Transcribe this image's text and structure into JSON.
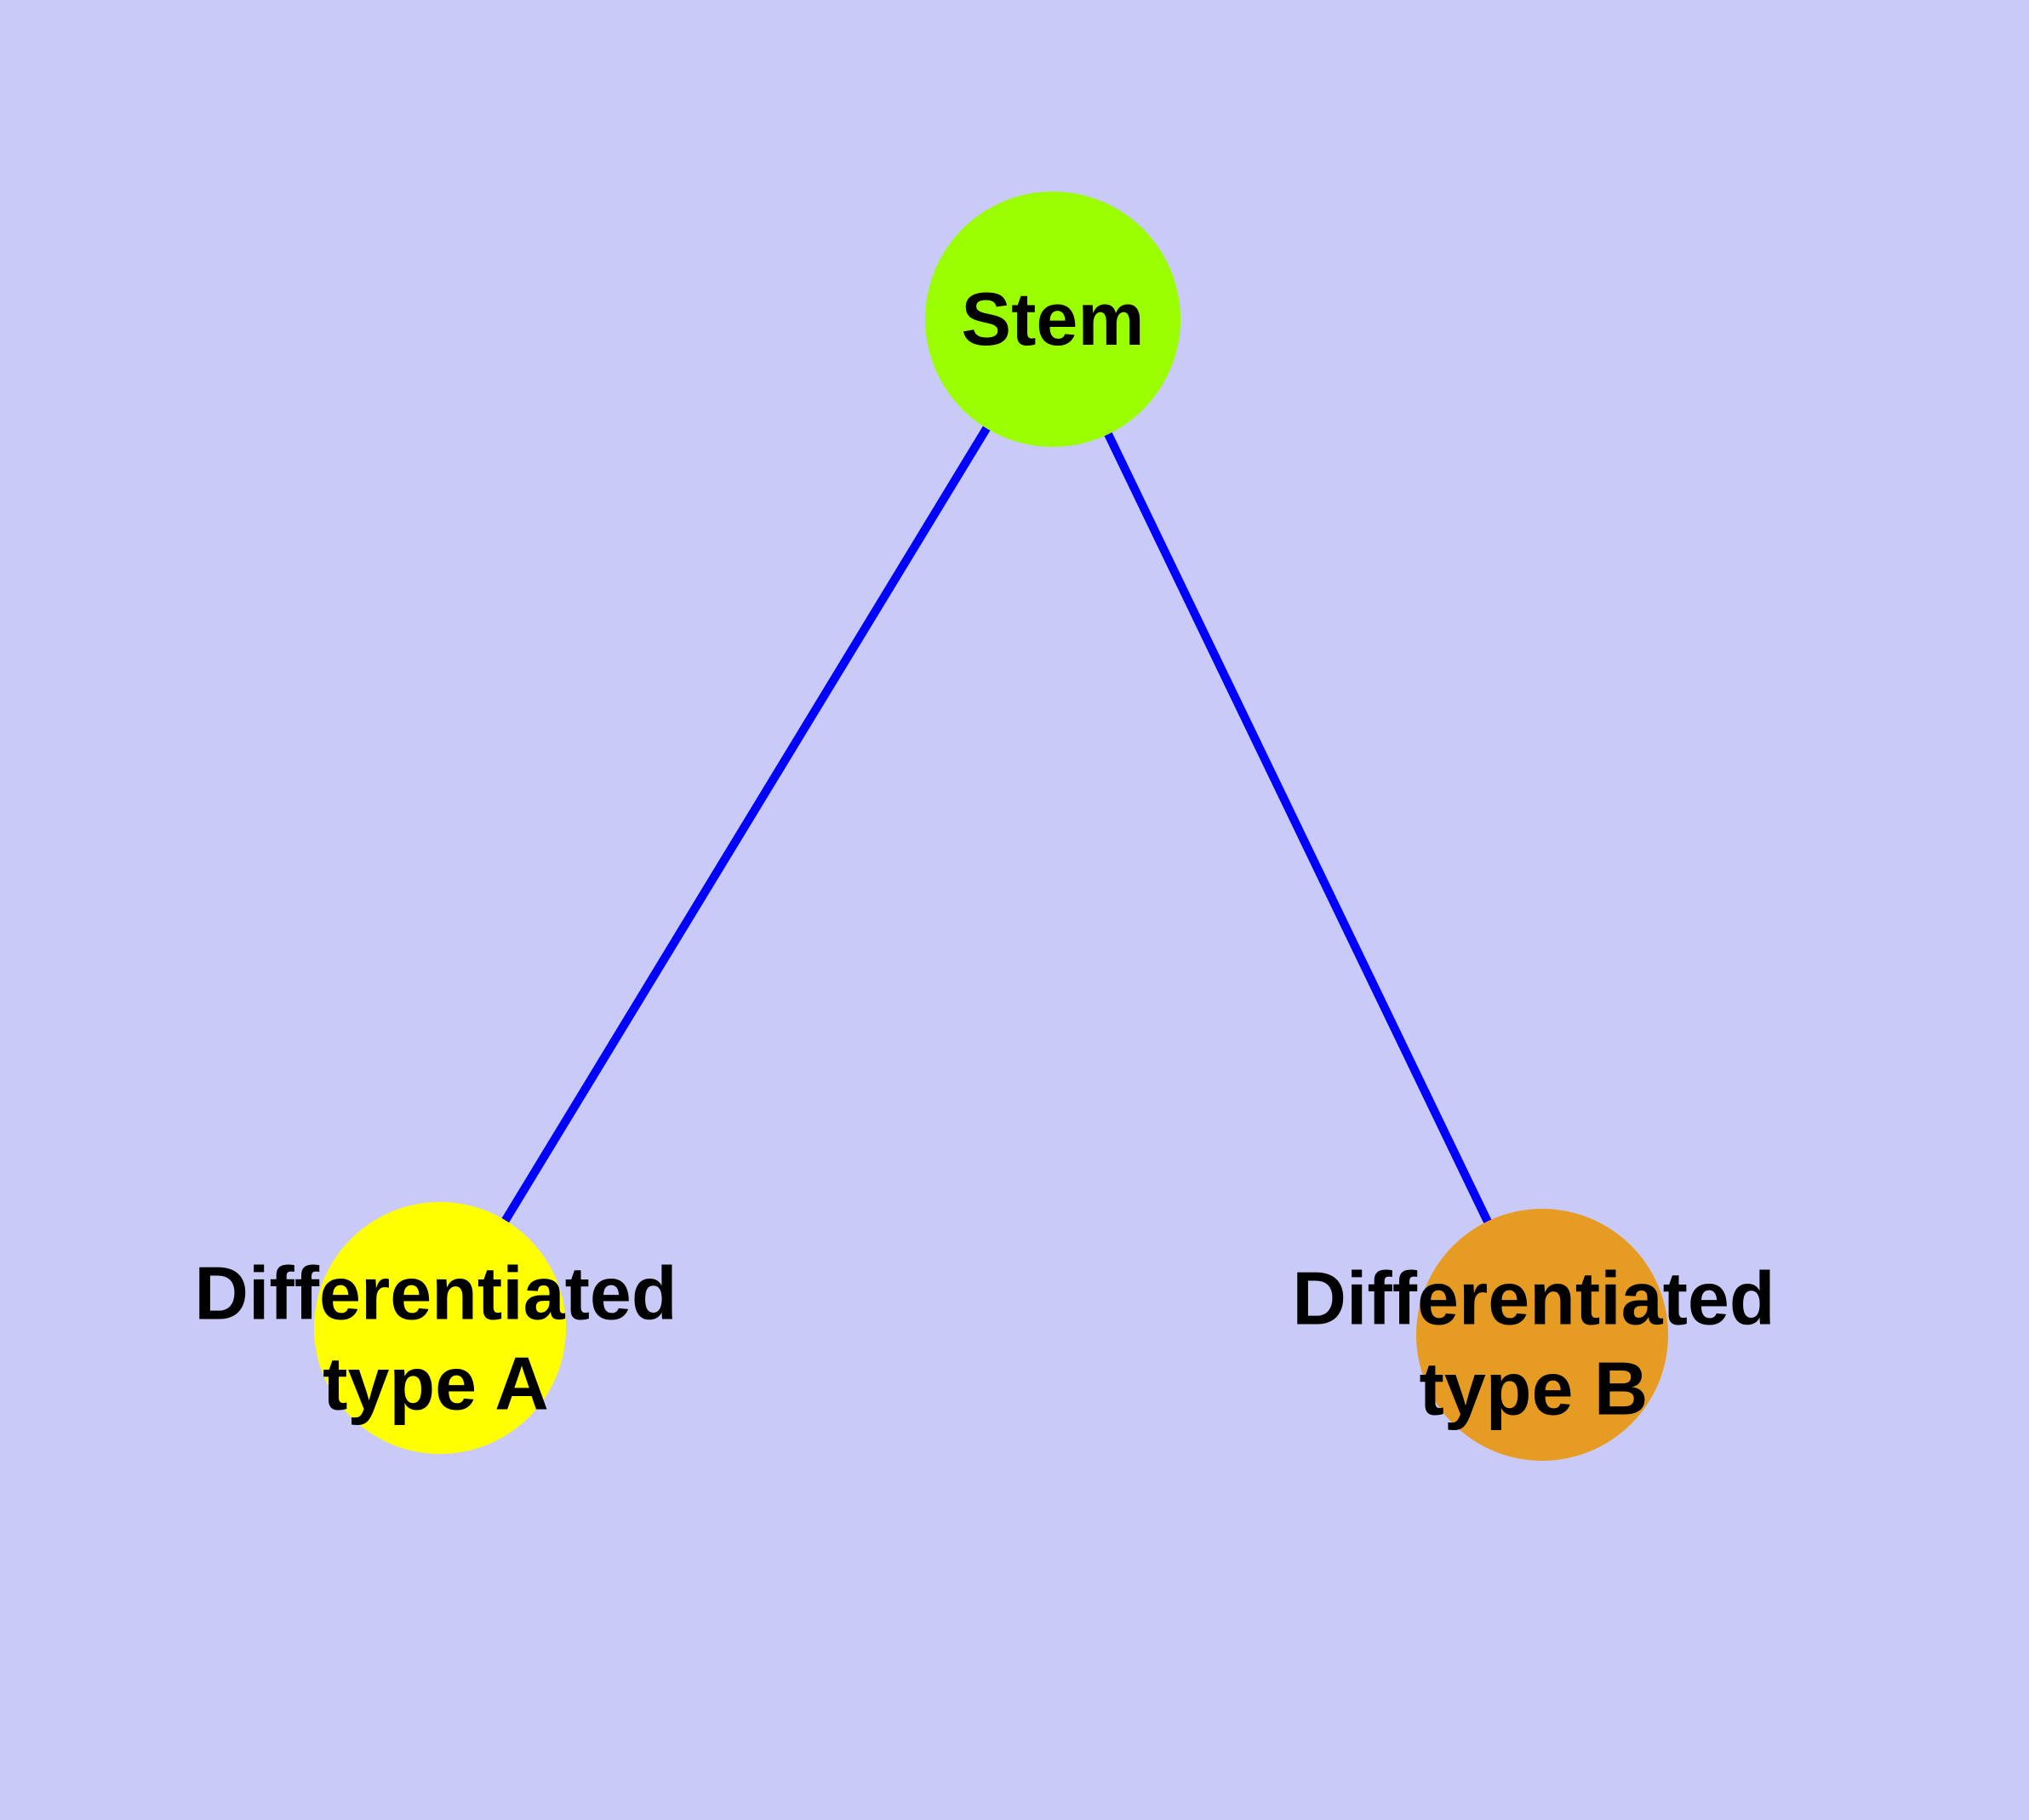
{
  "diagram": {
    "background_color": "#CACAF8",
    "edge_color": "#0000FF",
    "node_border_color": "#6E6E6E",
    "label_text_color": "#000000",
    "nodes": {
      "stem": {
        "label": "Stem",
        "label_lines": [
          "Stem"
        ],
        "fill_color": "#9AFE00"
      },
      "type_a": {
        "label": "Differentiated type A",
        "label_lines": [
          "Differentiated",
          "type A"
        ],
        "fill_color": "#FFFF00"
      },
      "type_b": {
        "label": "Differentiated type B",
        "label_lines": [
          "Differentiated",
          "type B"
        ],
        "fill_color": "#E69C22"
      }
    },
    "edges": [
      {
        "from": "stem",
        "to": "type_a"
      },
      {
        "from": "stem",
        "to": "type_b"
      }
    ]
  }
}
